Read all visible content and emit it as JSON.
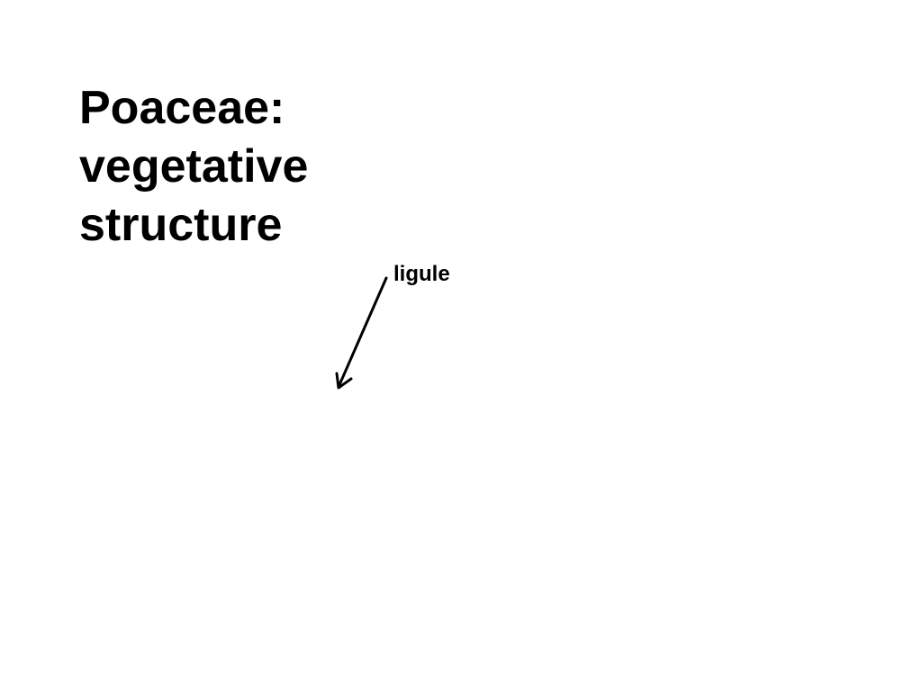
{
  "slide": {
    "title_lines": [
      "Poaceae:",
      "vegetative",
      "structure"
    ],
    "annotation": {
      "label": "ligule",
      "arrow_color": "#000000"
    }
  }
}
